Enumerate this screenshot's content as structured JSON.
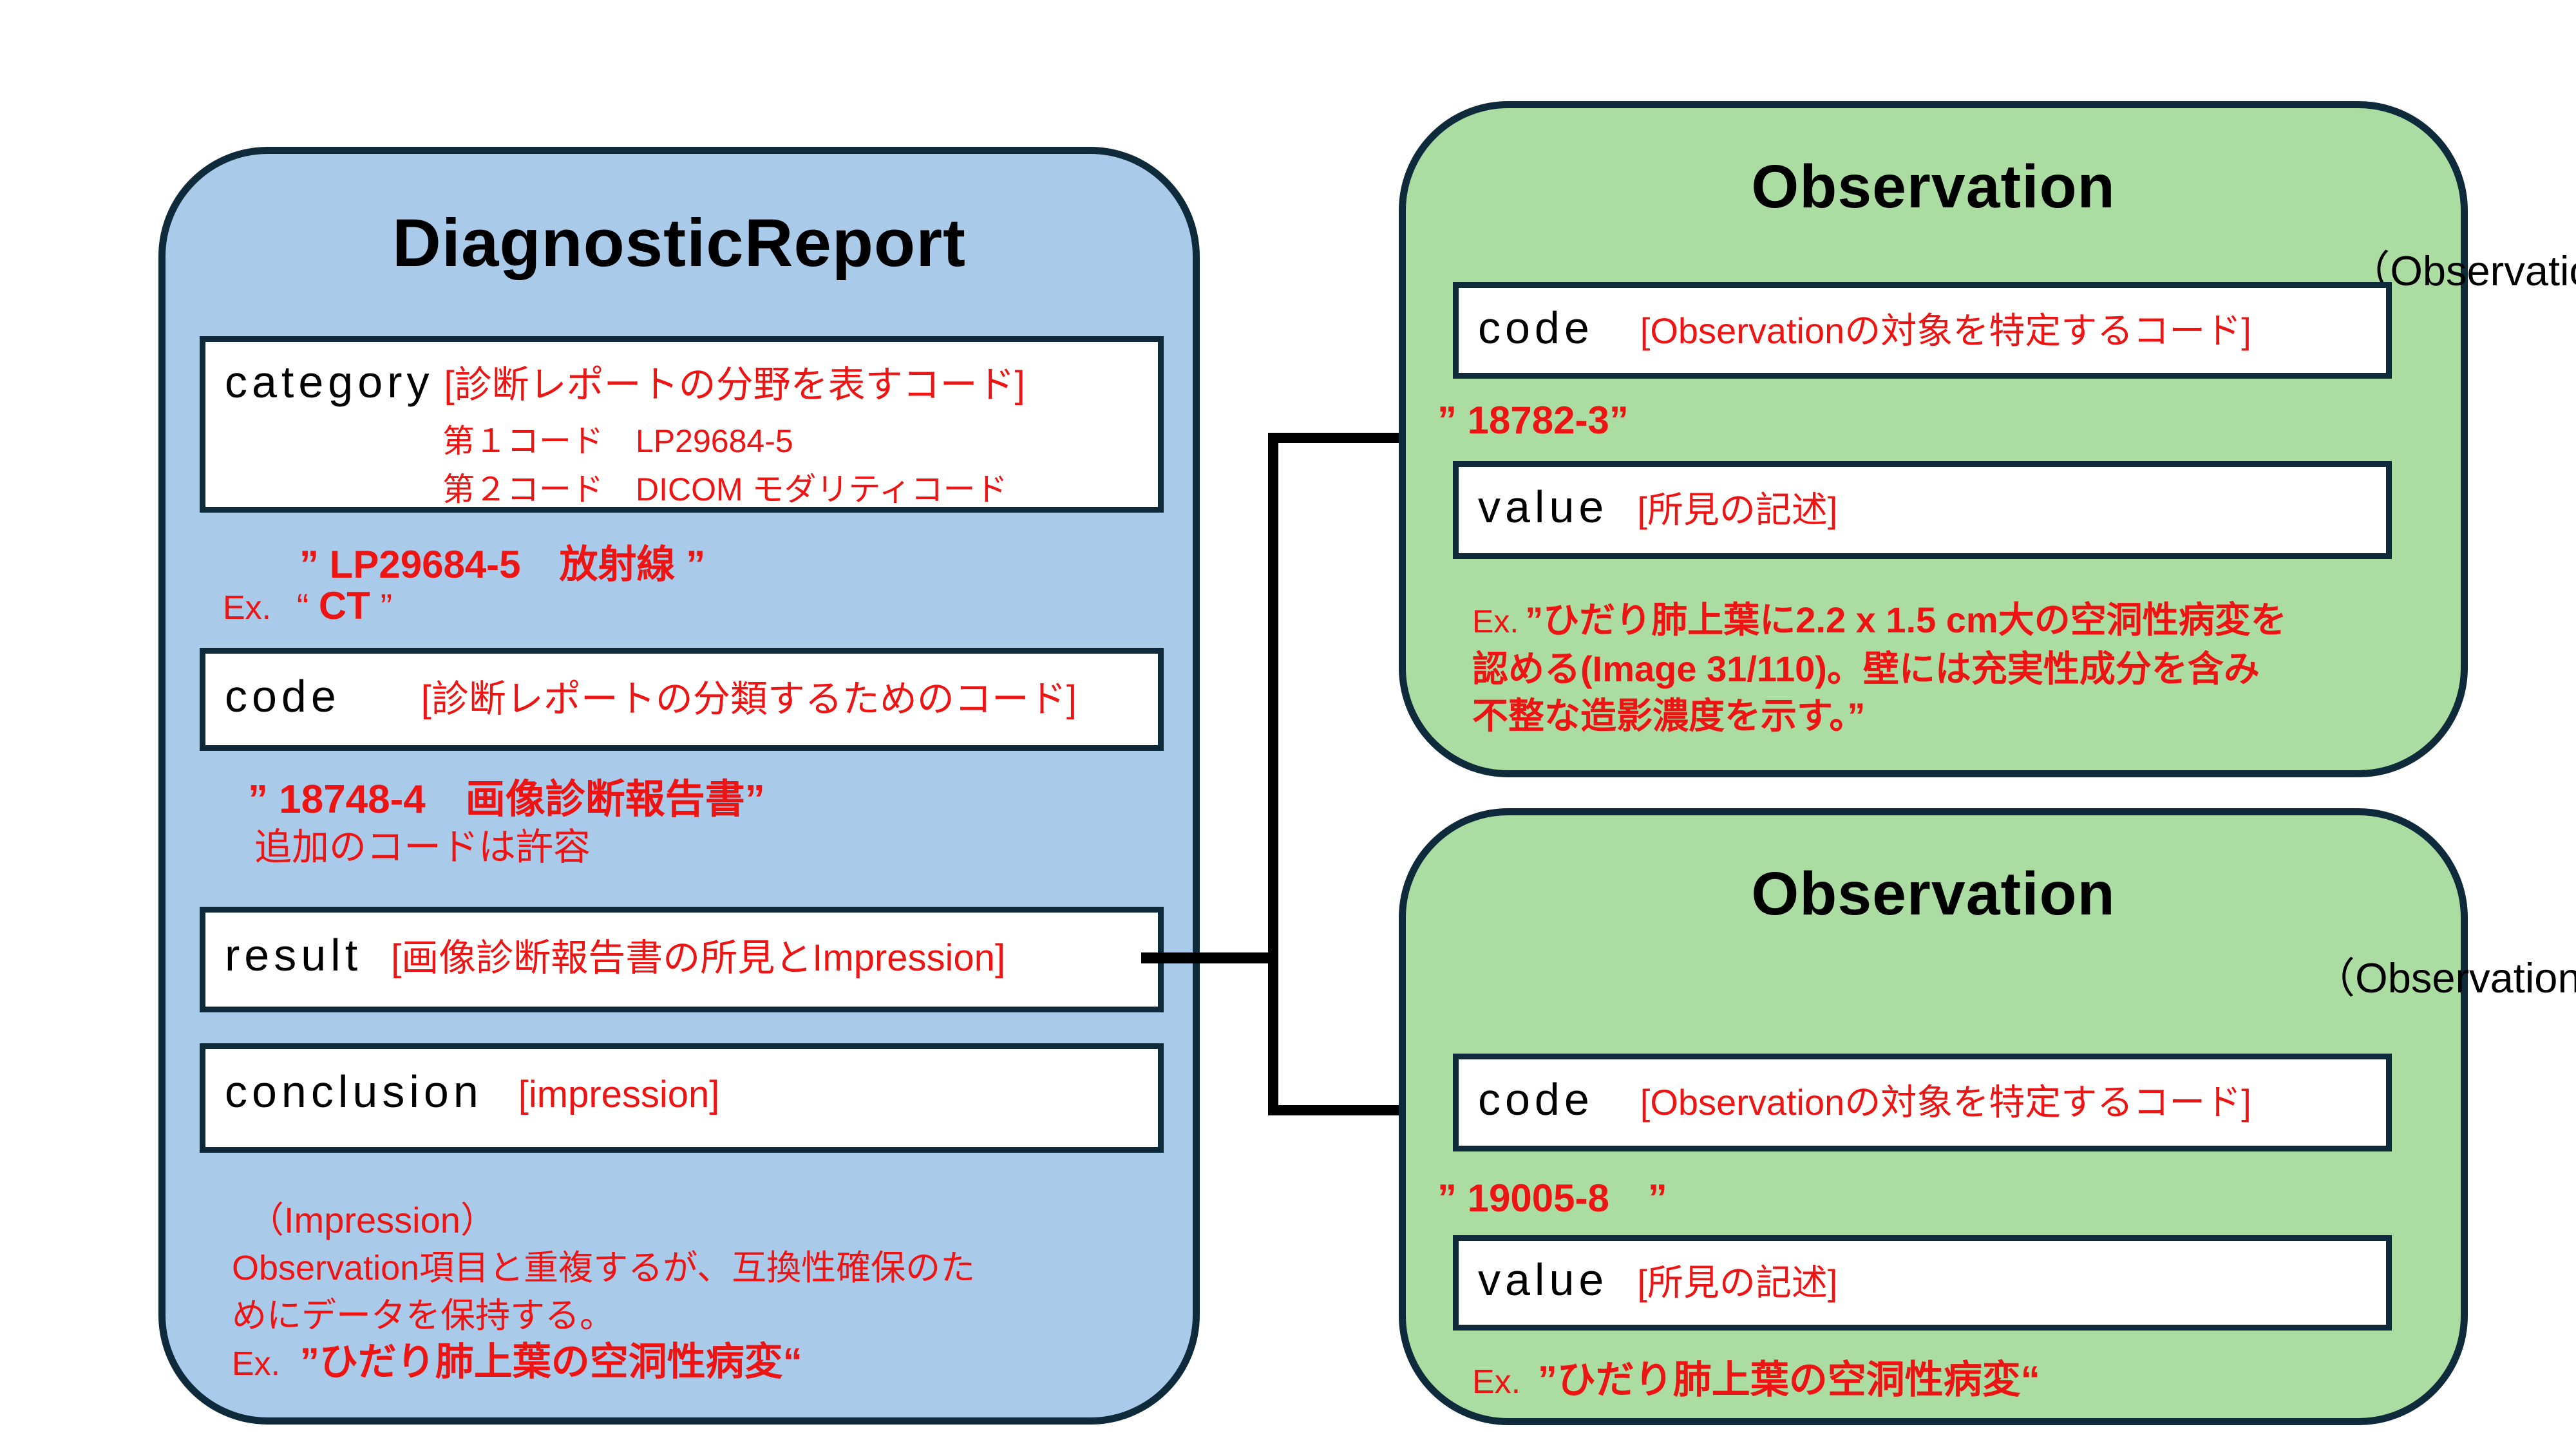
{
  "colors": {
    "blue_fill": "#a9cbe9",
    "green_fill": "#abdda2",
    "border_navy": "#0e2a3b",
    "red_text": "#ed1414",
    "connector_black": "#000000"
  },
  "diagnostic_report": {
    "title": "DiagnosticReport",
    "category": {
      "label": "category",
      "annotation": "[診断レポートの分野を表すコード]",
      "code_line_1": "第１コード　LP29684-5",
      "code_line_2": "第２コード　DICOM モダリティコード",
      "example_value": "” LP29684-5　放射線 ”",
      "example_prefix": "Ex.",
      "example_open_quote": "“ ",
      "example_code": "CT",
      "example_close_quote": " ”"
    },
    "code": {
      "label": "code",
      "annotation": "[診断レポートの分類するためのコード]",
      "example_value": "” 18748-4　画像診断報告書”",
      "example_note": "追加のコードは許容"
    },
    "result": {
      "label": "result",
      "annotation": "[画像診断報告書の所見とImpression]"
    },
    "conclusion": {
      "label": "conclusion",
      "annotation": "[impression]"
    },
    "impression": {
      "heading": "（Impression）",
      "note_line_1": "Observation項目と重複するが、互換性確保のた",
      "note_line_2": "めにデータを保持する。",
      "example_prefix": "Ex.",
      "example_text": "”ひだり肺上葉の空洞性病変“"
    }
  },
  "observation_findings": {
    "title": "Observation",
    "subtitle": "（Observation Radiology Findings）",
    "code": {
      "label": "code",
      "annotation": "[Observationの対象を特定するコード]"
    },
    "code_value": "” 18782-3”",
    "value": {
      "label": "value",
      "annotation": "[所見の記述]"
    },
    "example_prefix": "Ex.",
    "example_lines": [
      "”ひだり肺上葉に2.2 x 1.5 cm大の空洞性病変を",
      "認める(Image 31/110)。壁には充実性成分を含み",
      "不整な造影濃度を示す。”"
    ]
  },
  "observation_impression": {
    "title": "Observation",
    "subtitle": "（Observation_Radiology_Impression）",
    "code": {
      "label": "code",
      "annotation": "[Observationの対象を特定するコード]"
    },
    "code_value": "” 19005-8　”",
    "value": {
      "label": "value",
      "annotation": "[所見の記述]"
    },
    "example_prefix": "Ex.",
    "example_text": "”ひだり肺上葉の空洞性病変“"
  }
}
